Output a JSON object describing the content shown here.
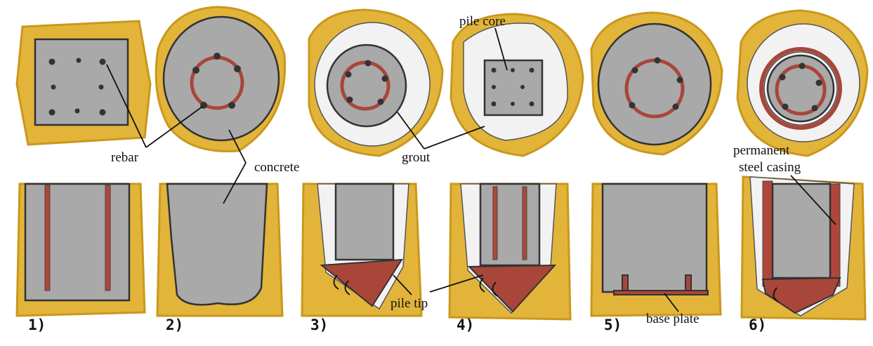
{
  "labels": {
    "rebar": "rebar",
    "concrete": "concrete",
    "grout": "grout",
    "pile_core": "pile core",
    "pile_tip": "pile tip",
    "base_plate": "base plate",
    "permanent": "permanent",
    "steel_casing": "steel casing"
  },
  "panels": [
    {
      "number": "1)"
    },
    {
      "number": "2)"
    },
    {
      "number": "3)"
    },
    {
      "number": "4)"
    },
    {
      "number": "5)"
    },
    {
      "number": "6)"
    }
  ],
  "colors": {
    "soil": "#e2b43a",
    "concrete": "#a9a9a9",
    "grout": "#f2f2f2",
    "steel": "#a9463a"
  }
}
